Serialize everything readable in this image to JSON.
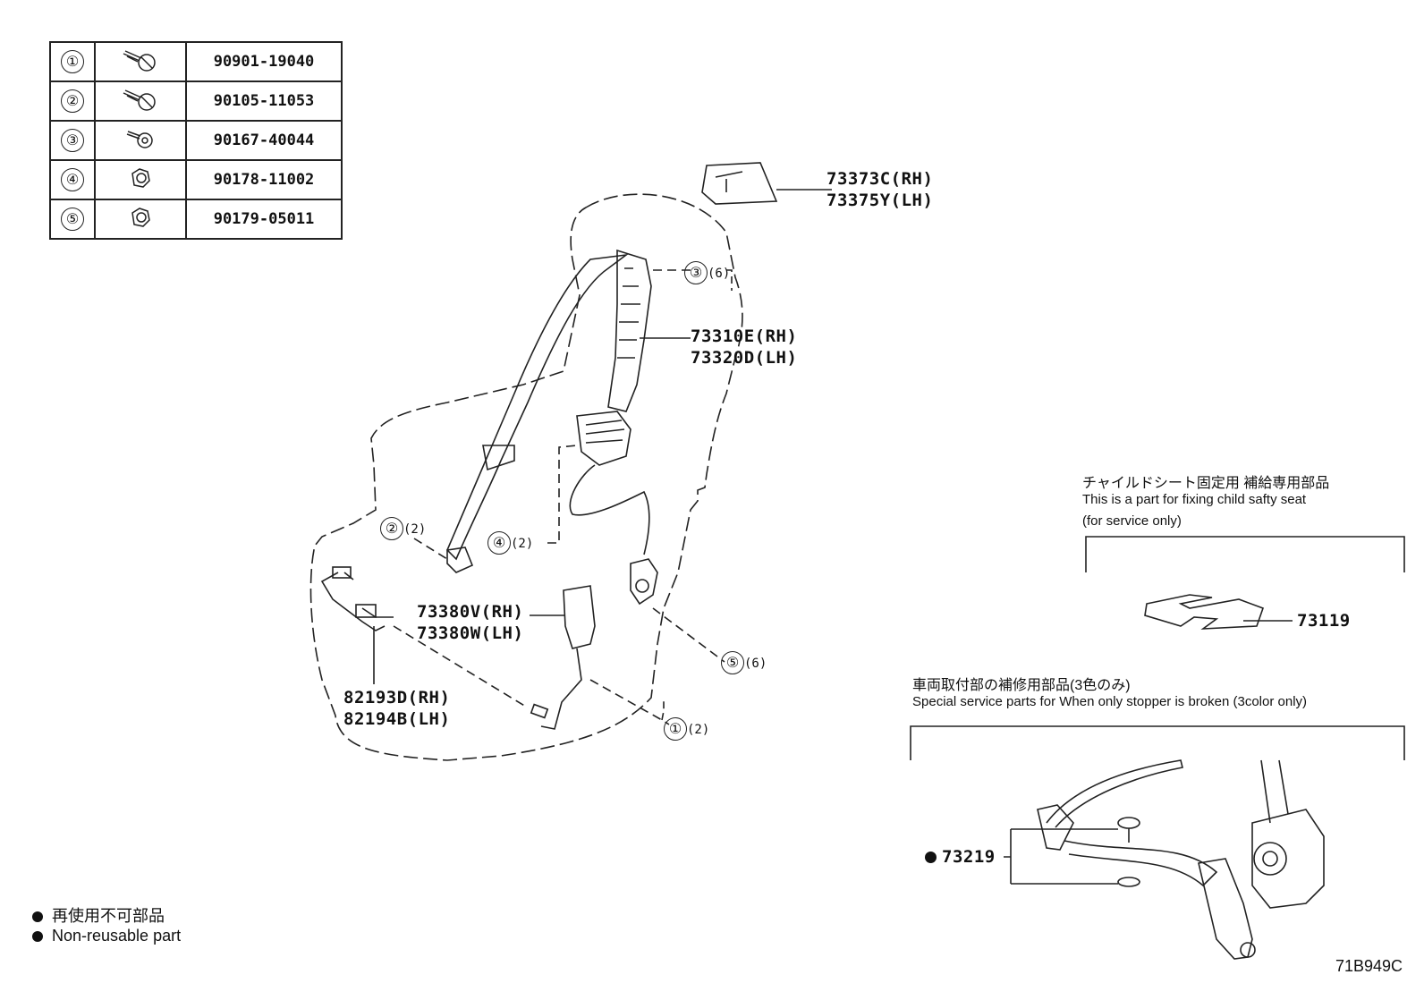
{
  "fastener_table": [
    {
      "ref": "①",
      "icon": "bolt-icon",
      "part_number": "90901-19040"
    },
    {
      "ref": "②",
      "icon": "bolt-icon",
      "part_number": "90105-11053"
    },
    {
      "ref": "③",
      "icon": "screw-icon",
      "part_number": "90167-40044"
    },
    {
      "ref": "④",
      "icon": "nut-icon",
      "part_number": "90178-11002"
    },
    {
      "ref": "⑤",
      "icon": "nut-icon",
      "part_number": "90179-05011"
    }
  ],
  "callouts": {
    "cover": [
      "73373C(RH)",
      "73375Y(LH)"
    ],
    "belt_assy": [
      "73310E(RH)",
      "73320D(LH)"
    ],
    "buckle": [
      "73380V(RH)",
      "73380W(LH)"
    ],
    "wire": [
      "82193D(RH)",
      "82194B(LH)"
    ],
    "child_seat_part": "73119",
    "stopper_part": "73219"
  },
  "fastener_refs": [
    {
      "circle": "③",
      "qty": "(6)"
    },
    {
      "circle": "②",
      "qty": "(2)"
    },
    {
      "circle": "④",
      "qty": "(2)"
    },
    {
      "circle": "⑤",
      "qty": "(6)"
    },
    {
      "circle": "①",
      "qty": "(2)"
    }
  ],
  "child_seat_note": {
    "ja": "チャイルドシート固定用 補給専用部品",
    "en1": "This is a part for fixing child safty seat",
    "en2": "(for service only)"
  },
  "stopper_note": {
    "ja": "車両取付部の補修用部品(3色のみ)",
    "en": "Special service parts for When only stopper is broken (3color only)"
  },
  "legend": {
    "ja": "再使用不可部品",
    "en": "Non-reusable part"
  },
  "figure_code": "71B949C"
}
